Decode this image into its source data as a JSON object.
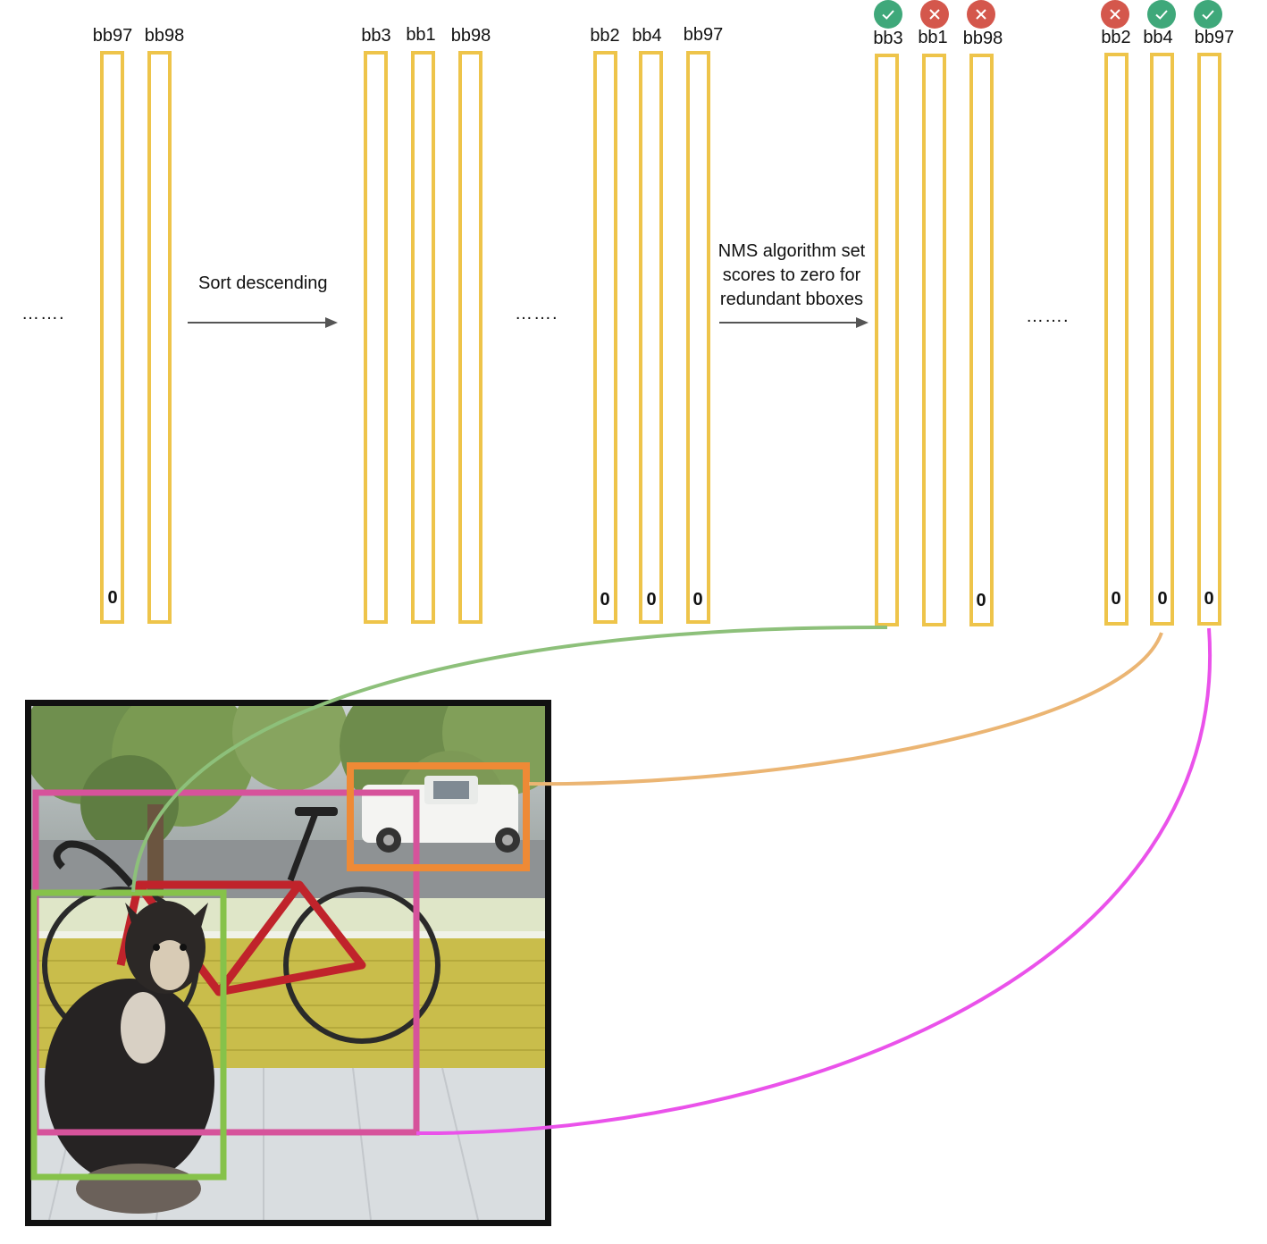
{
  "stages": [
    {
      "columns": [
        {
          "label": "bb97",
          "zero": "0"
        },
        {
          "label": "bb98",
          "zero": ""
        }
      ]
    },
    {
      "columns": [
        {
          "label": "bb3",
          "zero": ""
        },
        {
          "label": "bb1",
          "zero": ""
        },
        {
          "label": "bb98",
          "zero": ""
        }
      ]
    },
    {
      "columns": [
        {
          "label": "bb2",
          "zero": "0"
        },
        {
          "label": "bb4",
          "zero": "0"
        },
        {
          "label": "bb97",
          "zero": "0"
        }
      ]
    },
    {
      "columns": [
        {
          "label": "bb3",
          "zero": "",
          "status": "keep"
        },
        {
          "label": "bb1",
          "zero": "",
          "status": "drop"
        },
        {
          "label": "bb98",
          "zero": "0",
          "status": "drop"
        }
      ]
    },
    {
      "columns": [
        {
          "label": "bb2",
          "zero": "0",
          "status": "drop"
        },
        {
          "label": "bb4",
          "zero": "0",
          "status": "keep"
        },
        {
          "label": "bb97",
          "zero": "0",
          "status": "keep"
        }
      ]
    }
  ],
  "ellipses": [
    "…….",
    "…….",
    "……."
  ],
  "arrows": {
    "sort": "Sort descending",
    "nms": [
      "NMS algorithm set",
      "scores to zero for",
      "redundant bboxes"
    ]
  },
  "icons": {
    "keep": "check-icon",
    "drop": "close-icon"
  },
  "colors": {
    "bar": "#eec44a",
    "keep": "#3fa87a",
    "drop": "#d4574c",
    "box_dog": "#86c24a",
    "box_truck": "#ee8a36",
    "box_bicycle": "#d6539b",
    "link_dog": "#8dc07a",
    "link_truck": "#ebb573",
    "link_bicycle": "#ea52ea"
  }
}
